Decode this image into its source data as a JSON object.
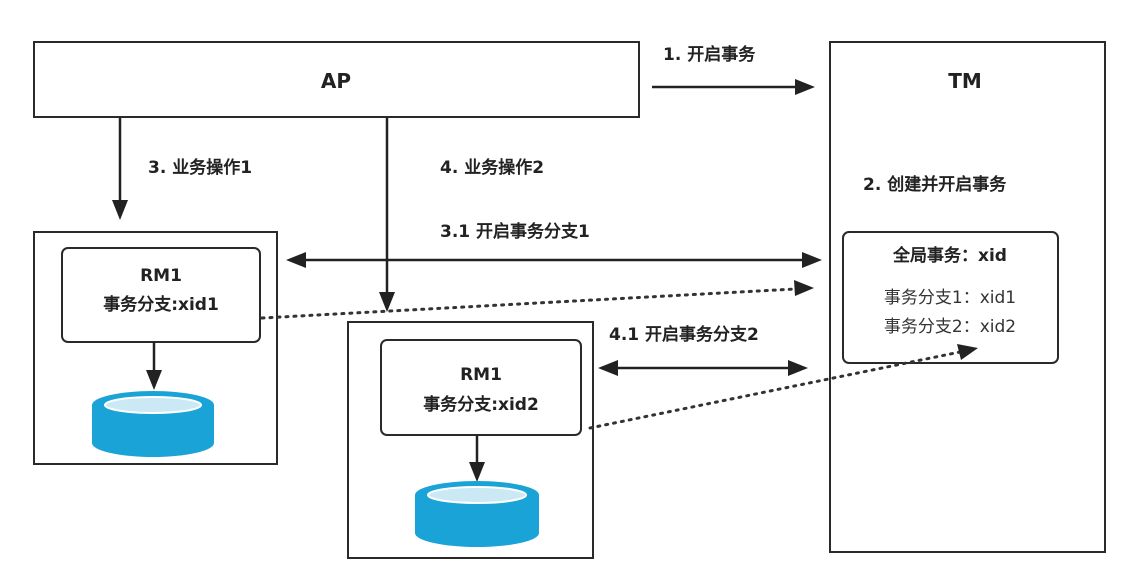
{
  "nodes": {
    "ap": {
      "label": "AP"
    },
    "tm": {
      "label": "TM",
      "global_tx": {
        "title": "全局事务：xid",
        "branch1": "事务分支1：xid1",
        "branch2": "事务分支2：xid2"
      }
    },
    "rm_left": {
      "name": "RM1",
      "branch": "事务分支:xid1"
    },
    "rm_mid": {
      "name": "RM1",
      "branch": "事务分支:xid2"
    }
  },
  "edges": {
    "start_tx": "1. 开启事务",
    "create_tx": "2. 创建并开启事务",
    "biz_op1": "3. 业务操作1",
    "biz_op2": "4. 业务操作2",
    "branch1_start": "3.1 开启事务分支1",
    "branch2_start": "4.1 开启事务分支2"
  },
  "colors": {
    "database": "#1aa3d6",
    "database_top": "#cbe8f5",
    "line": "#222222"
  }
}
